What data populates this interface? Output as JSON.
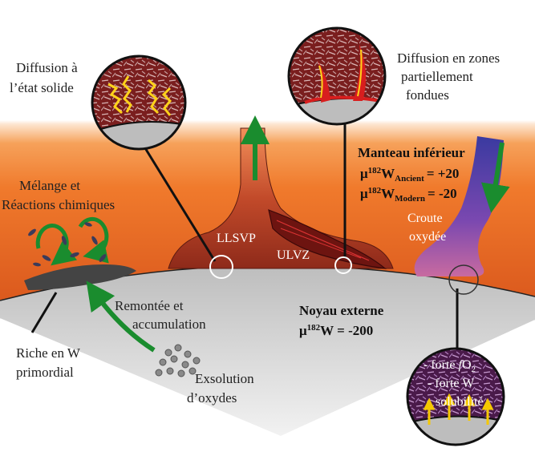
{
  "colors": {
    "mantle_top": "#ffffff",
    "mantle_orange": "#f07a2c",
    "mantle_deep": "#d4501a",
    "core": "#c9c9c9",
    "plume": "#b5452a",
    "llsvp": "#a8321f",
    "ulvz": "#7a1a14",
    "oxide_crust": "#6b3fa3",
    "arrow_green": "#1a8c2e",
    "arrow_yellow": "#f5c800"
  },
  "labels": {
    "diffusion_solid_1": "Diffusion à",
    "diffusion_solid_2": "l’état solide",
    "diffusion_melt_1": "Diffusion en zones",
    "diffusion_melt_2": "partiellement",
    "diffusion_melt_3": "fondues",
    "mixing_1": "Mélange et",
    "mixing_2": "Réactions chimiques",
    "lower_mantle": "Manteau inférieur",
    "mu_ancient_val": "= +20",
    "mu_modern_val": "= -20",
    "ancient_sub": "Ancient",
    "modern_sub": "Modern",
    "mu_prefix": "μ",
    "iso_mass": "182",
    "iso_el": "W",
    "oxide_crust_1": "Croute",
    "oxide_crust_2": "oxydée",
    "llsvp": "LLSVP",
    "ulvz": "ULVZ",
    "rise_1": "Remontée et",
    "rise_2": "accumulation",
    "outer_core": "Noyau externe",
    "core_mu_val": "= -200",
    "w_rich_1": "Riche en W",
    "w_rich_2": "primordial",
    "exsolution_1": "Exsolution",
    "exsolution_2": "d’oxydes",
    "fo2_prefix": "- forte ",
    "fo2_f": "f",
    "fo2_o": "O",
    "fo2_2": "2",
    "w_sol_prefix": "- forte W",
    "w_sol_2": "solubilité"
  }
}
